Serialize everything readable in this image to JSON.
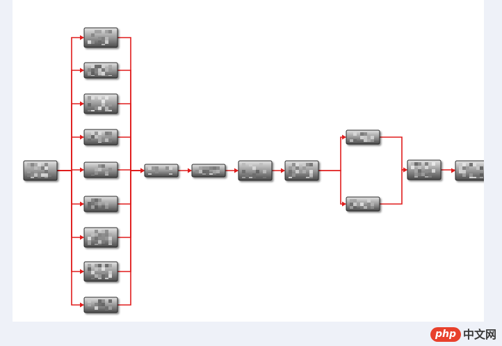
{
  "diagram": {
    "colors": {
      "connector": "#e01c1c",
      "node_fill_top": "#e4e4e4",
      "node_fill_bottom": "#4a4a4a"
    },
    "nodes": [
      {
        "id": "n-start"
      },
      {
        "id": "n-fan-1"
      },
      {
        "id": "n-fan-2"
      },
      {
        "id": "n-fan-3"
      },
      {
        "id": "n-fan-4"
      },
      {
        "id": "n-fan-5"
      },
      {
        "id": "n-fan-6"
      },
      {
        "id": "n-fan-7"
      },
      {
        "id": "n-fan-8"
      },
      {
        "id": "n-fan-9"
      },
      {
        "id": "n-seq-1"
      },
      {
        "id": "n-seq-2"
      },
      {
        "id": "n-seq-3"
      },
      {
        "id": "n-seq-4"
      },
      {
        "id": "n-branch-top"
      },
      {
        "id": "n-branch-bottom"
      },
      {
        "id": "n-merge"
      },
      {
        "id": "n-end"
      }
    ],
    "edges": [
      [
        "n-start",
        "n-fan-1"
      ],
      [
        "n-start",
        "n-fan-2"
      ],
      [
        "n-start",
        "n-fan-3"
      ],
      [
        "n-start",
        "n-fan-4"
      ],
      [
        "n-start",
        "n-fan-5"
      ],
      [
        "n-start",
        "n-fan-6"
      ],
      [
        "n-start",
        "n-fan-7"
      ],
      [
        "n-start",
        "n-fan-8"
      ],
      [
        "n-start",
        "n-fan-9"
      ],
      [
        "n-fan-1",
        "n-seq-1"
      ],
      [
        "n-fan-2",
        "n-seq-1"
      ],
      [
        "n-fan-3",
        "n-seq-1"
      ],
      [
        "n-fan-4",
        "n-seq-1"
      ],
      [
        "n-fan-5",
        "n-seq-1"
      ],
      [
        "n-fan-6",
        "n-seq-1"
      ],
      [
        "n-fan-7",
        "n-seq-1"
      ],
      [
        "n-fan-8",
        "n-seq-1"
      ],
      [
        "n-fan-9",
        "n-seq-1"
      ],
      [
        "n-seq-1",
        "n-seq-2"
      ],
      [
        "n-seq-2",
        "n-seq-3"
      ],
      [
        "n-seq-3",
        "n-seq-4"
      ],
      [
        "n-seq-4",
        "n-branch-top"
      ],
      [
        "n-seq-4",
        "n-branch-bottom"
      ],
      [
        "n-branch-top",
        "n-merge"
      ],
      [
        "n-branch-bottom",
        "n-merge"
      ],
      [
        "n-merge",
        "n-end"
      ]
    ]
  },
  "watermark": {
    "badge": "php",
    "text": "中文网",
    "color": "#e8412c"
  }
}
